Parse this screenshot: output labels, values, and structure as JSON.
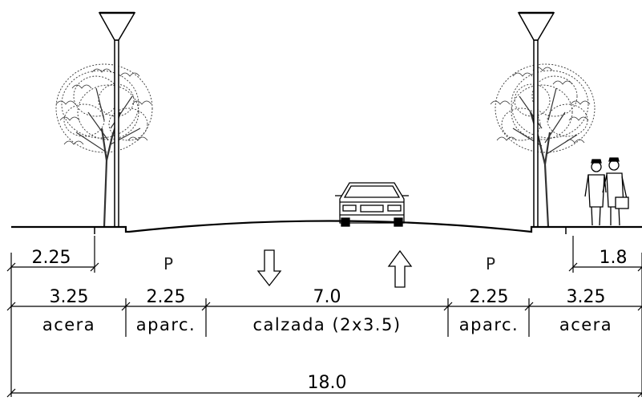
{
  "section": {
    "widths": {
      "left_tree_offset": "2.25",
      "right_tree_offset": "1.8",
      "left_sidewalk": "3.25",
      "left_parking": "2.25",
      "roadway": "7.0",
      "right_parking": "2.25",
      "right_sidewalk": "3.25",
      "total": "18.0"
    },
    "labels": {
      "left_sidewalk": "acera",
      "left_parking": "aparc.",
      "roadway": "calzada (2x3.5)",
      "right_parking": "aparc.",
      "right_sidewalk": "acera"
    },
    "parking_symbol": "P"
  },
  "icons": {
    "streetlight": "streetlight-icon",
    "tree": "tree-icon",
    "car": "car-icon",
    "pedestrians": "pedestrians-icon",
    "arrow_down": "arrow-down-icon",
    "arrow_up": "arrow-up-icon"
  }
}
